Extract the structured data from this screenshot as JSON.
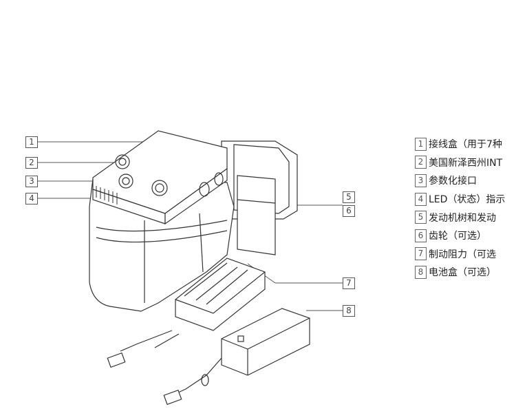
{
  "callouts": [
    "1",
    "2",
    "3",
    "4",
    "5",
    "6",
    "7",
    "8"
  ],
  "legend": [
    {
      "num": "1",
      "text": "接线盒（用于7种"
    },
    {
      "num": "2",
      "text": "美国新泽西州INT"
    },
    {
      "num": "3",
      "text": "参数化接口"
    },
    {
      "num": "4",
      "text": "LED（状态）指示"
    },
    {
      "num": "5",
      "text": "发动机树和发动"
    },
    {
      "num": "6",
      "text": "齿轮（可选）"
    },
    {
      "num": "7",
      "text": "制动阻力（可选"
    },
    {
      "num": "8",
      "text": "电池盒（可选）"
    }
  ]
}
